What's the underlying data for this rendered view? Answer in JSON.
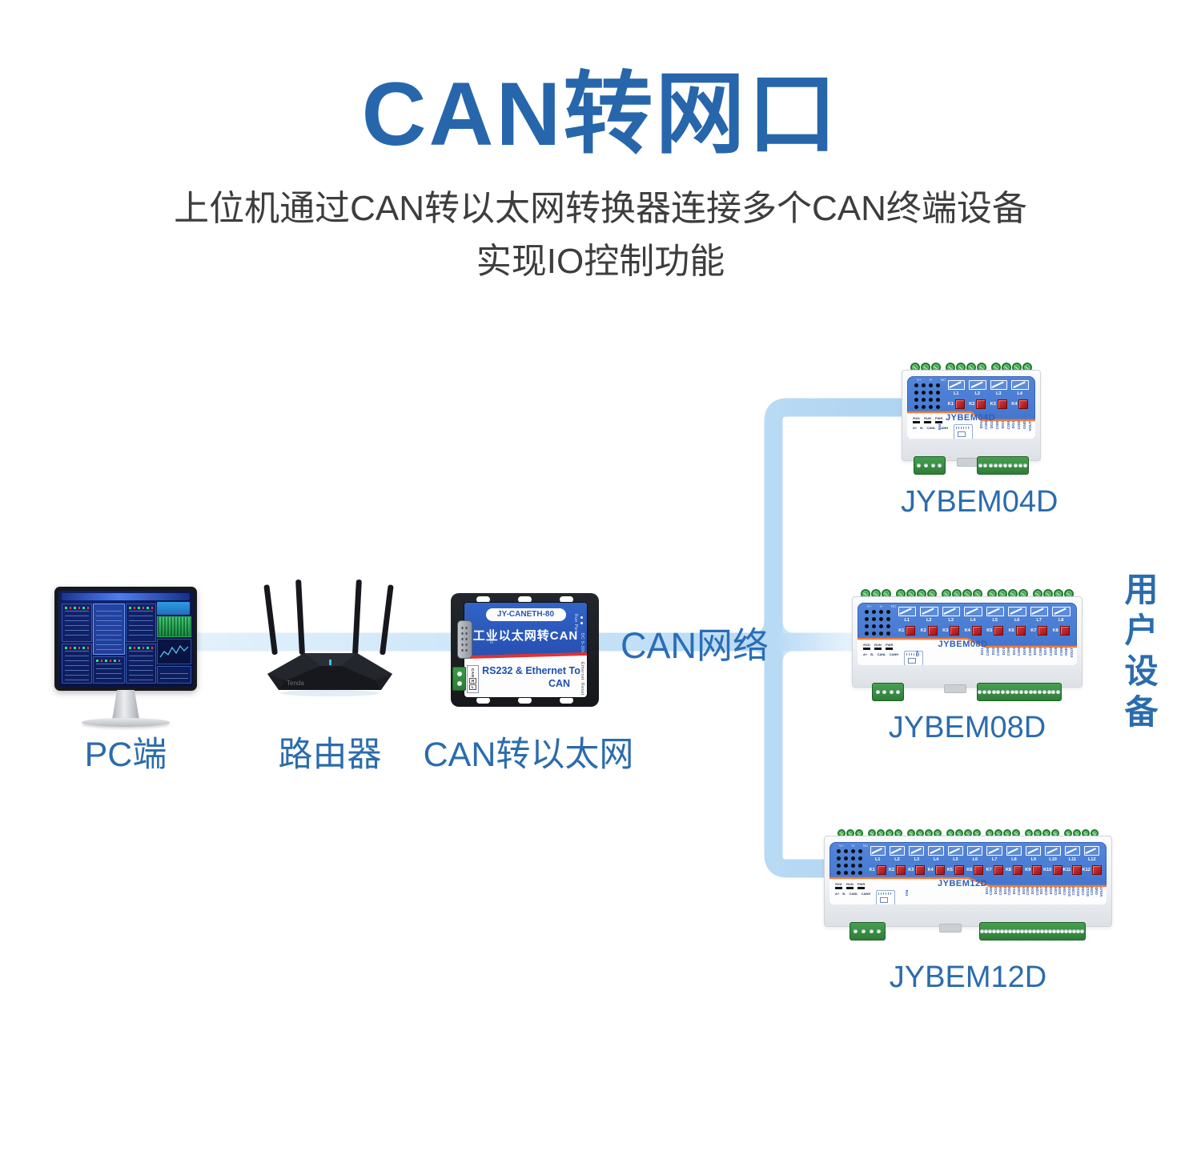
{
  "header": {
    "title": "CAN转网口",
    "subtitle_line1": "上位机通过CAN转以太网转换器连接多个CAN终端设备",
    "subtitle_line2": "实现IO控制功能"
  },
  "network": {
    "can_label": "CAN网络",
    "user_devices_label": "用户设备"
  },
  "colors": {
    "accent_blue": "#2b6cad",
    "title_blue": "#2766ab",
    "line_blue": "#bcdcf5",
    "device_panel_blue": "#4a7ed2",
    "stripe_orange": "#ee7b3a",
    "relay_red": "#c8272b",
    "terminal_green": "#3c9a49",
    "converter_blue": "#2c55b4"
  },
  "nodes": {
    "pc": {
      "label": "PC端"
    },
    "router": {
      "label": "路由器",
      "brand": "Tenda"
    },
    "converter": {
      "label": "CAN转以太网",
      "model_badge": "JY-CANETH-80",
      "panel_title": "工业以太网转CAN",
      "panel_sub1": "RS232 & Ethernet To",
      "panel_sub2": "CAN",
      "db9_label": "RS232",
      "can_port_label": "CAN",
      "can_pin_h": "H",
      "can_pin_l": "L",
      "side_labels": [
        "Run",
        "Pwr",
        "DC 5-30V",
        "Ethernet",
        "Reset"
      ]
    }
  },
  "devices": [
    {
      "caption": "JYBEM04D",
      "panel_name": "JYBEM04D",
      "top_pin_labels": [
        "V+",
        "V-",
        "NC"
      ],
      "relay_labels": [
        "L1",
        "L2",
        "L3",
        "L4"
      ],
      "button_labels": [
        "K1",
        "K2",
        "K3",
        "K4"
      ],
      "led_labels": [
        "RXD",
        "RUN",
        "PWR"
      ],
      "bus_labels": [
        "A+",
        "B-",
        "CANL",
        "CANH"
      ],
      "reset_label": "Rst",
      "io_labels": [
        "DO1",
        "COM",
        "DO2",
        "COM",
        "DO3",
        "COM",
        "DO4",
        "COM",
        "GND",
        "VOUT"
      ]
    },
    {
      "caption": "JYBEM08D",
      "panel_name": "JYBEM08D",
      "top_pin_labels": [
        "V+",
        "V-",
        "NC"
      ],
      "relay_labels": [
        "L1",
        "L2",
        "L3",
        "L4",
        "L5",
        "L6",
        "L7",
        "L8"
      ],
      "button_labels": [
        "K1",
        "K2",
        "K3",
        "K4",
        "K5",
        "K6",
        "K7",
        "K8"
      ],
      "led_labels": [
        "RXD",
        "RUN",
        "PWR"
      ],
      "bus_labels": [
        "A+",
        "B-",
        "CANL",
        "CANH"
      ],
      "reset_label": "Rst",
      "io_labels": [
        "DO1",
        "COM",
        "DO2",
        "COM",
        "DO3",
        "COM",
        "DO4",
        "COM",
        "DO5",
        "COM",
        "DO6",
        "COM",
        "DO7",
        "COM",
        "DO8",
        "COM",
        "GND",
        "VOUT"
      ]
    },
    {
      "caption": "JYBEM12D",
      "panel_name": "JYBEM12D",
      "top_pin_labels": [
        "V+",
        "V-",
        "NC"
      ],
      "relay_labels": [
        "L1",
        "L2",
        "L3",
        "L4",
        "L5",
        "L6",
        "L7",
        "L8",
        "L9",
        "L10",
        "L11",
        "L12"
      ],
      "button_labels": [
        "K1",
        "K2",
        "K3",
        "K4",
        "K5",
        "K6",
        "K7",
        "K8",
        "K9",
        "K10",
        "K11",
        "K12"
      ],
      "led_labels": [
        "RXD",
        "RUN",
        "PWR"
      ],
      "bus_labels": [
        "A+",
        "B-",
        "CANL",
        "CANH"
      ],
      "reset_label": "Rst",
      "io_labels": [
        "DO1",
        "COM",
        "DO2",
        "COM",
        "DO3",
        "COM",
        "DO4",
        "COM",
        "DO5",
        "COM",
        "DO6",
        "COM",
        "DO7",
        "COM",
        "DO8",
        "COM",
        "DO9",
        "COM",
        "DO10",
        "COM",
        "DO11",
        "COM",
        "DO12",
        "COM",
        "GND",
        "VOUT"
      ]
    }
  ]
}
